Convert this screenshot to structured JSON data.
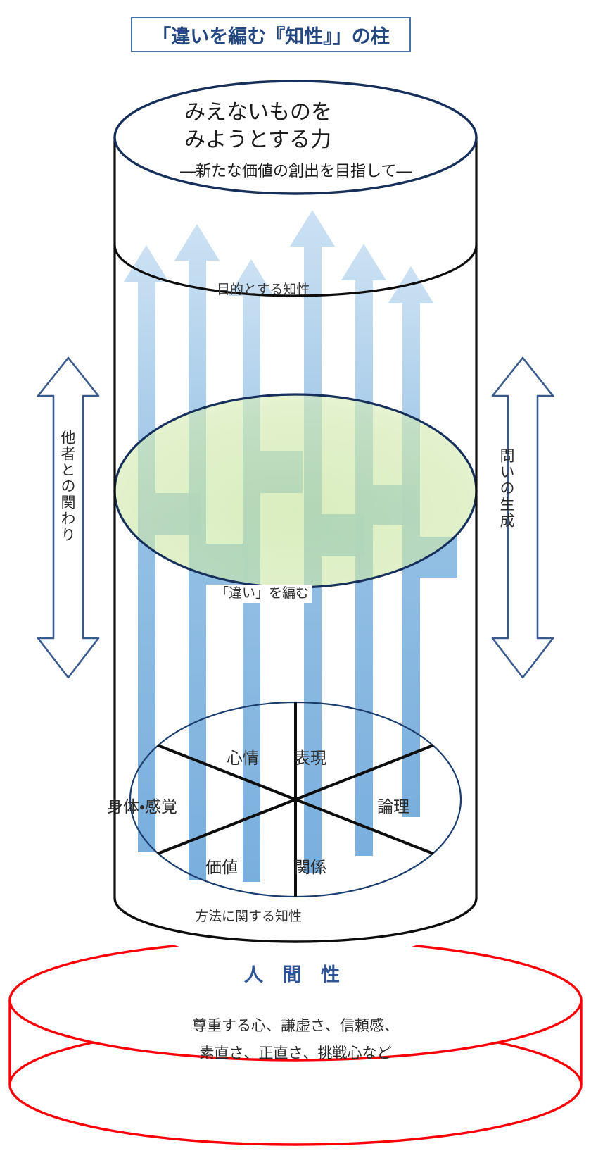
{
  "title": {
    "text": "「違いを編む『知性』」の柱",
    "border_color": "#4472a8",
    "text_color": "#24487f"
  },
  "top_cylinder": {
    "headline_line1": "みえないものを",
    "headline_line2": "みようとする力",
    "subtitle": "―新たな価値の創出を目指して―",
    "band_label": "目的とする知性"
  },
  "middle": {
    "weave_label": "「違い」を編む",
    "ellipse_color": "#cfe8a4",
    "arrow_color": "#7bacd9"
  },
  "side_arrows": {
    "left_label": "他者との関わり",
    "right_label": "問いの生成",
    "outline_color": "#3b5a8c"
  },
  "wheel": {
    "segments": [
      {
        "id": "shinjo",
        "label": "心情"
      },
      {
        "id": "hyogen",
        "label": "表現"
      },
      {
        "id": "shintai",
        "label": "身体・感覚"
      },
      {
        "id": "ronri",
        "label": "論理"
      },
      {
        "id": "kachi",
        "label": "価値"
      },
      {
        "id": "kankei",
        "label": "関係"
      }
    ],
    "caption": "方法に関する知性"
  },
  "base": {
    "heading": "人 間 性",
    "heading_color": "#2e5496",
    "disc_color": "#fb0007",
    "line1": "尊重する心、謙虚さ、信頼感、",
    "line2": "素直さ、正直さ、挑戦心など"
  },
  "chart_data": {
    "type": "diagram",
    "title": "「違いを編む『知性』」の柱",
    "structure": "vertical cylinder (pillar) standing on a red disc",
    "layers_bottom_to_top": [
      {
        "name": "人間性",
        "detail": "尊重する心、謙虚さ、信頼感、素直さ、正直さ、挑戦心など"
      },
      {
        "name": "方法に関する知性",
        "detail": "六分割の円: 心情 / 表現 / 身体・感覚 / 論理 / 価値 / 関係"
      },
      {
        "name": "「違い」を編む",
        "detail": "緑の楕円で矢印が編まれる層"
      },
      {
        "name": "目的とする知性",
        "detail": "みえないものをみようとする力 ―新たな価値の創出を目指して―"
      }
    ],
    "side_axes": [
      "他者との関わり",
      "問いの生成"
    ],
    "arrow_count": 6
  }
}
